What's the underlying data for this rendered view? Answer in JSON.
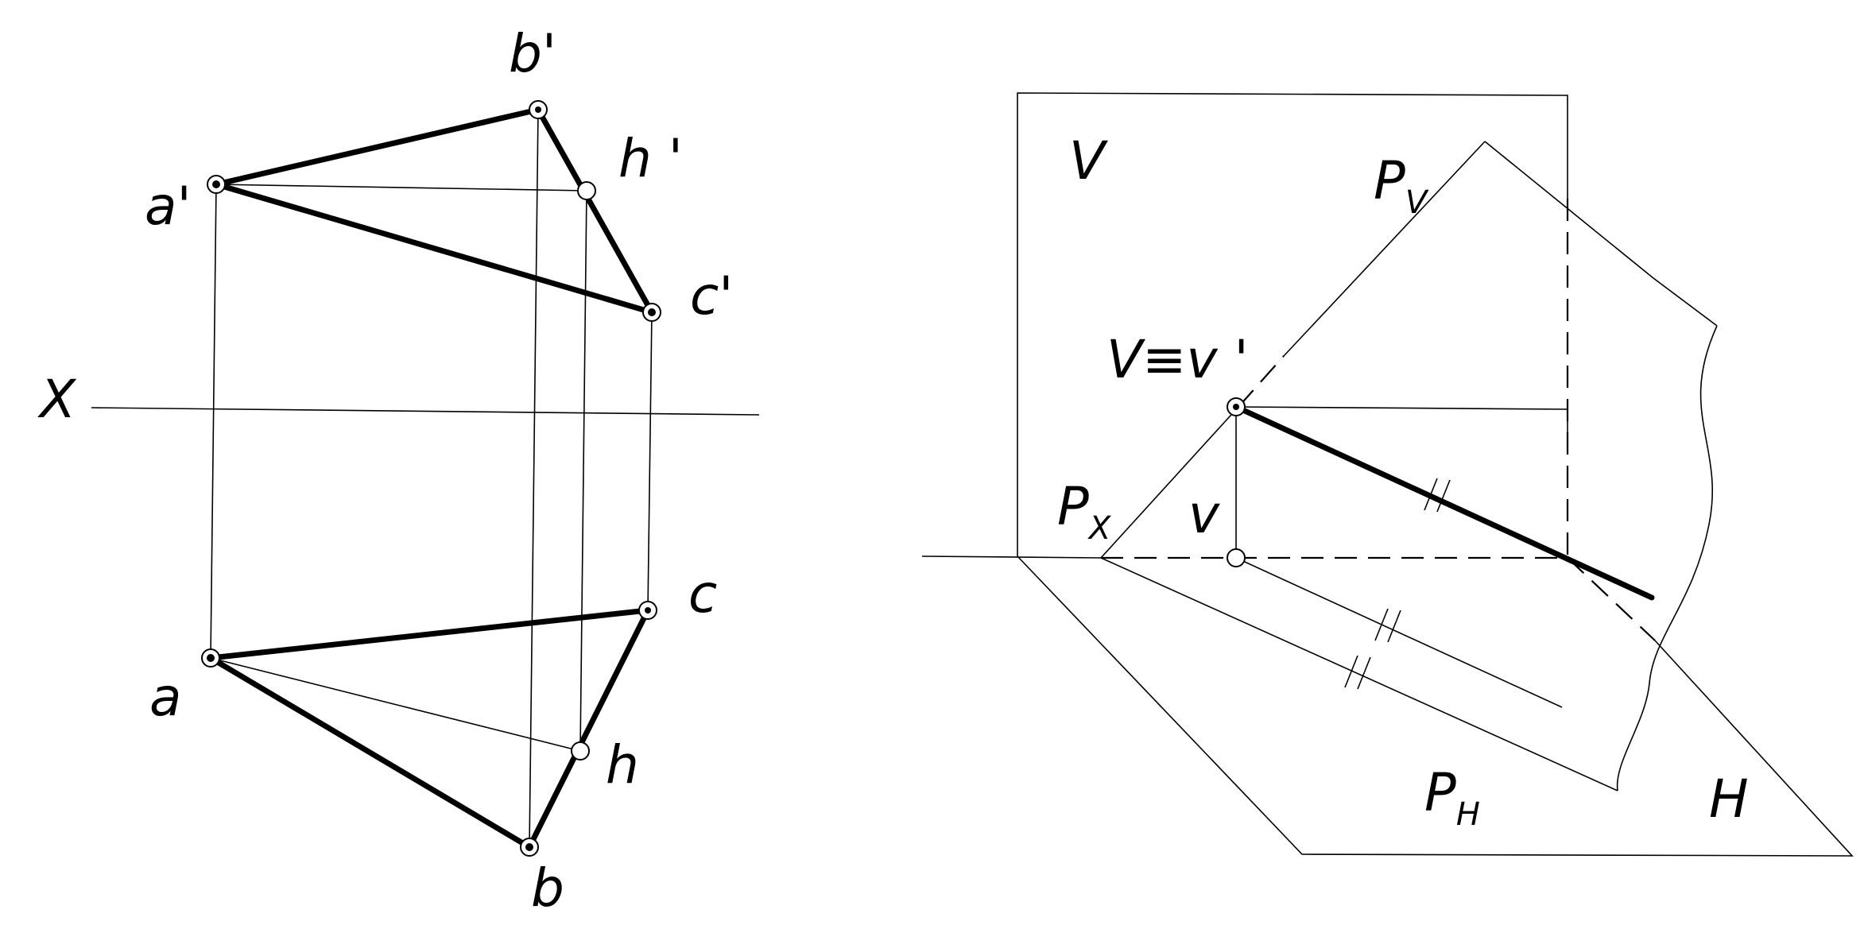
{
  "left_view": {
    "axis_label": "X",
    "points": {
      "a_prime": "a'",
      "b_prime": "b'",
      "c_prime": "c'",
      "h_prime": "h '",
      "a": "a",
      "b": "b",
      "c": "c",
      "h": "h"
    }
  },
  "right_view": {
    "plane_v": "V",
    "plane_h": "H",
    "trace_pv_main": "P",
    "trace_pv_sub": "V",
    "trace_ph_main": "P",
    "trace_ph_sub": "H",
    "trace_px_main": "P",
    "trace_px_sub": "X",
    "point_coincide": "V≡v '",
    "point_v": "v"
  }
}
